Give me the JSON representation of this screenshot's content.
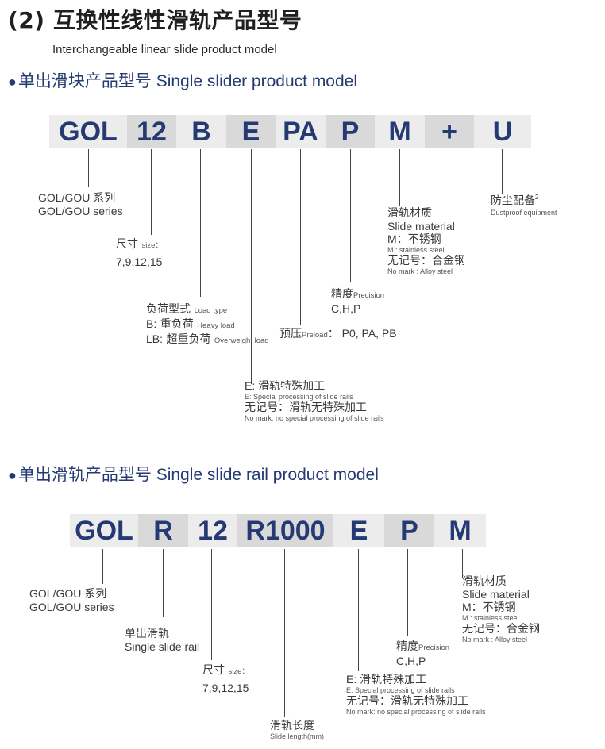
{
  "title": "(2) 互换性线性滑轨产品型号",
  "subtitle": "Interchangeable linear slide product model",
  "slider_section": {
    "heading": "单出滑块产品型号 Single slider product model",
    "codes": [
      "GOL",
      "12",
      "B",
      "E",
      "PA",
      "P",
      "M",
      "+",
      "U"
    ],
    "series": {
      "cn": "GOL/GOU 系列",
      "en": "GOL/GOU series"
    },
    "size": {
      "cn": "尺寸",
      "en": "size",
      "sep": "：",
      "values": "7,9,12,15"
    },
    "load": {
      "cn": "负荷型式",
      "en": "Load type",
      "b_key": "B:",
      "b_cn": "重负荷",
      "b_en": "Heavy load",
      "lb_key": "LB:",
      "lb_cn": "超重负荷",
      "lb_en": "Overweight load"
    },
    "special": {
      "e_line": "E:  滑轨特殊加工",
      "e_en": "E:  Special processing of slide rails",
      "no_cn": "无记号：滑轨无特殊加工",
      "no_en": "No mark: no special processing of slide rails"
    },
    "preload": {
      "cn": "预压",
      "en": "Preload",
      "values": "：  P0, PA, PB"
    },
    "precision": {
      "cn": "精度",
      "en": "Precision",
      "values": "C,H,P"
    },
    "material": {
      "cn": "滑轨材质",
      "en": "Slide material",
      "m_cn": "M：不锈钢",
      "m_en": "M : stainless steel",
      "no_cn": "无记号：合金钢",
      "no_en": "No mark : Alloy steel"
    },
    "dust": {
      "cn": "防尘配备",
      "sup": "2",
      "en": "Dustproof equipment"
    }
  },
  "rail_section": {
    "heading": "单出滑轨产品型号 Single slide rail product model",
    "codes": [
      "GOL",
      "R",
      "12",
      "R1000",
      "E",
      "P",
      "M"
    ],
    "series": {
      "cn": "GOL/GOU 系列",
      "en": "GOL/GOU series"
    },
    "rail": {
      "cn": "单出滑轨",
      "en": "Single slide rail"
    },
    "size": {
      "cn": "尺寸",
      "en": "size",
      "sep": "：",
      "values": "7,9,12,15"
    },
    "length": {
      "cn": "滑轨长度",
      "en": "Slide length(mm)"
    },
    "special": {
      "e_line": "E:  滑轨特殊加工",
      "e_en": "E:  Special processing of slide rails",
      "no_cn": "无记号：滑轨无特殊加工",
      "no_en": "No mark: no special processing of slide rails"
    },
    "precision": {
      "cn": "精度",
      "en": "Precision",
      "values": "C,H,P"
    },
    "material": {
      "cn": "滑轨材质",
      "en": "Slide material",
      "m_cn": "M：不锈钢",
      "m_en": "M : stainless steel",
      "no_cn": "无记号：合金钢",
      "no_en": "No mark : Alloy steel"
    }
  }
}
